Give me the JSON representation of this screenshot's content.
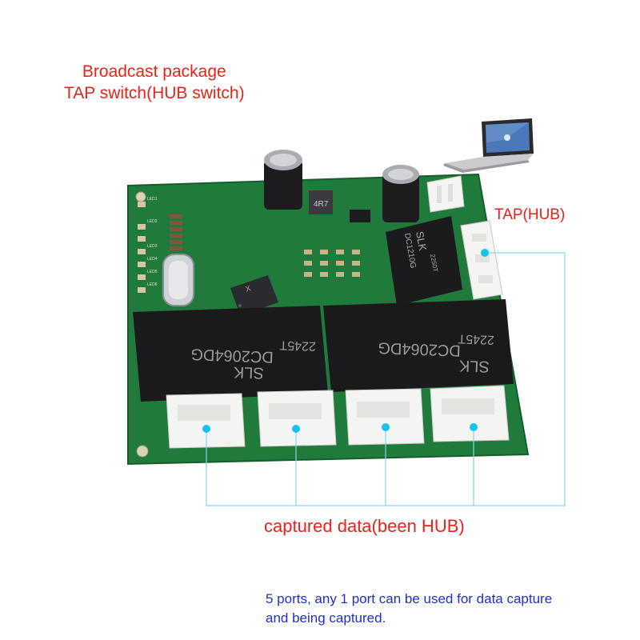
{
  "title": {
    "line1": "Broadcast package",
    "line2": "TAP switch(HUB switch)"
  },
  "tap_label": "TAP(HUB)",
  "captured_label": "captured data(been HUB)",
  "note": {
    "line1": "5 ports, any 1 port can be used for data capture",
    "line2": "and being captured."
  },
  "board": {
    "transformer_text": "SLK",
    "transformer_code": "DC2064DG",
    "transformer_batch": "2245T",
    "small_transformer_text": "SLK",
    "small_transformer_code": "DC1210G",
    "small_transformer_batch": "2250T",
    "inductor_text": "4R7",
    "led_labels": [
      "LED1",
      "LED2",
      "LED3",
      "LED4",
      "LED5",
      "LED6"
    ]
  },
  "colors": {
    "red_text": "#e8231a",
    "blue_text": "#1f2fc8",
    "pcb_green": "#1f7a3c",
    "callout_line": "#7fd8ee",
    "callout_dot": "#19c2ee"
  }
}
